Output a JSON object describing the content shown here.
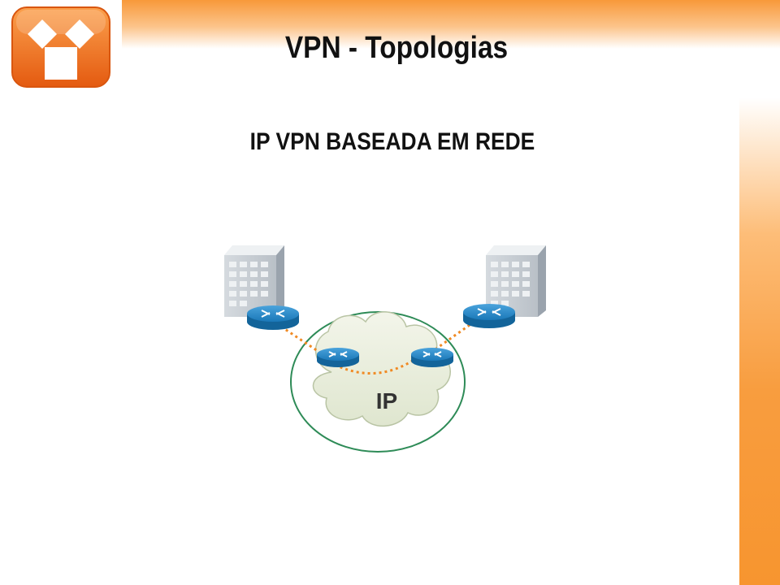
{
  "slide": {
    "title": "VPN - Topologias",
    "subtitle": "IP VPN BASEADA EM REDE"
  },
  "diagram": {
    "cloud_label": "IP",
    "colors": {
      "accent": "#f7952f",
      "link": "#f08a24",
      "cloud_fill": "#e9eedd",
      "ring": "#2e8b57",
      "router": "#1a78b8"
    },
    "icons": [
      "building-icon",
      "router-icon",
      "cloud-icon"
    ]
  },
  "logo": {
    "icon": "logo-icon"
  }
}
